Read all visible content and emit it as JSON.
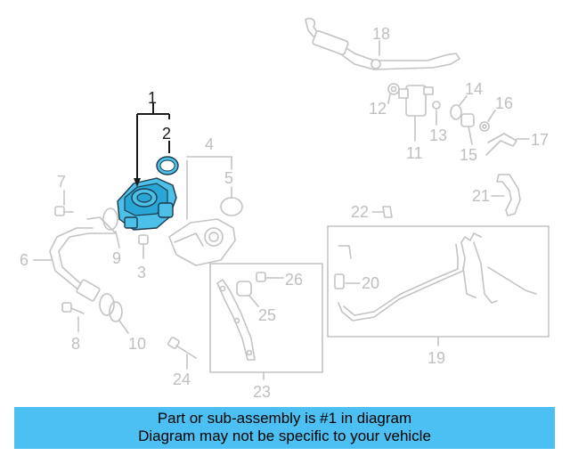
{
  "callouts": {
    "c1": "1",
    "c2": "2",
    "c3": "3",
    "c4": "4",
    "c5": "5",
    "c6": "6",
    "c7": "7",
    "c8": "8",
    "c9": "9",
    "c10": "10",
    "c11": "11",
    "c12": "12",
    "c13": "13",
    "c14": "14",
    "c15": "15",
    "c16": "16",
    "c17": "17",
    "c18": "18",
    "c19": "19",
    "c20": "20",
    "c21": "21",
    "c22": "22",
    "c23": "23",
    "c24": "24",
    "c25": "25",
    "c26": "26"
  },
  "banner": {
    "line1": "Part or sub-assembly is #1 in diagram",
    "line2": "Diagram may not be specific to your vehicle"
  },
  "colors": {
    "highlight": "#4cc0e8",
    "banner": "#4cc0f2",
    "inactive": "#c3c3c3"
  }
}
